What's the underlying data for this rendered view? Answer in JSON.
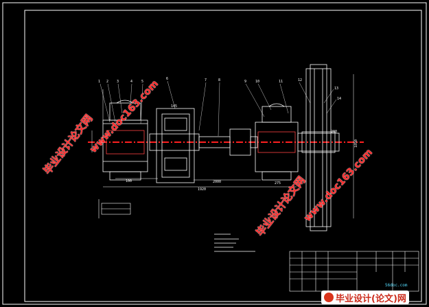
{
  "drawing": {
    "part_numbers": [
      "1",
      "2",
      "3",
      "4",
      "5",
      "6",
      "7",
      "8",
      "9",
      "10",
      "11",
      "12",
      "13",
      "14"
    ],
    "dimensions": {
      "d_1920": "1920",
      "d_100": "100",
      "d_2000": "2000",
      "d_1850": "1850",
      "d_145": "145",
      "d_275": "275",
      "d_200": "200"
    }
  },
  "watermarks": {
    "cn": "毕业设计论文网",
    "url": "www.doc163.com"
  },
  "footer": {
    "logo_text": "毕业设计(论文)网",
    "site_tag": "56doc.com"
  },
  "colors": {
    "background": "#000000",
    "lines": "#ffffff",
    "centerline": "#ff2020",
    "watermark": "#ff2a2a"
  }
}
